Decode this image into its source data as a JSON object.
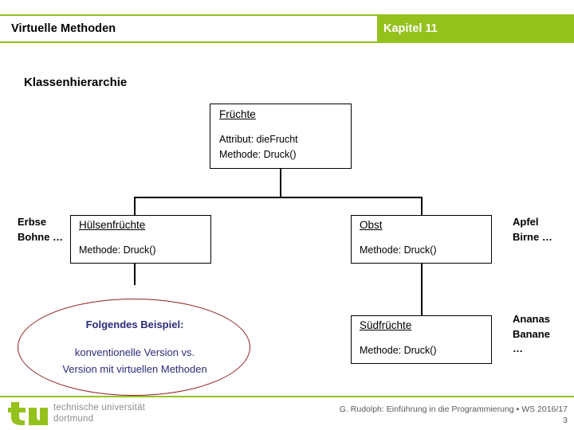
{
  "header": {
    "title": "Virtuelle Methoden",
    "chapter": "Kapitel 11",
    "accent_color": "#94c11c"
  },
  "section": {
    "title": "Klassenhierarchie"
  },
  "diagram": {
    "root": {
      "name": "Früchte",
      "attribute": "Attribut: dieFrucht",
      "method": "Methode: Druck()"
    },
    "huelsenfruechte": {
      "name": "Hülsenfrüchte",
      "method": "Methode: Druck()",
      "instances": "Erbse Bohne …"
    },
    "obst": {
      "name": "Obst",
      "method": "Methode: Druck()",
      "instances": "Apfel Birne …"
    },
    "suedfruechte": {
      "name": "Südfrüchte",
      "method": "Methode: Druck()",
      "instances": "Ananas Banane …"
    }
  },
  "callout": {
    "heading": "Folgendes Beispiel:",
    "line1": "konventionelle Version vs.",
    "line2": "Version mit virtuellen Methoden",
    "border_color": "#8c2020",
    "text_color": "#2b2b7a"
  },
  "footer": {
    "logo_mark": "tu",
    "logo_line1": "technische universität",
    "logo_line2": "dortmund",
    "credit": "G. Rudolph: Einführung in die Programmierung ▪ WS 2016/17",
    "page": "3"
  }
}
